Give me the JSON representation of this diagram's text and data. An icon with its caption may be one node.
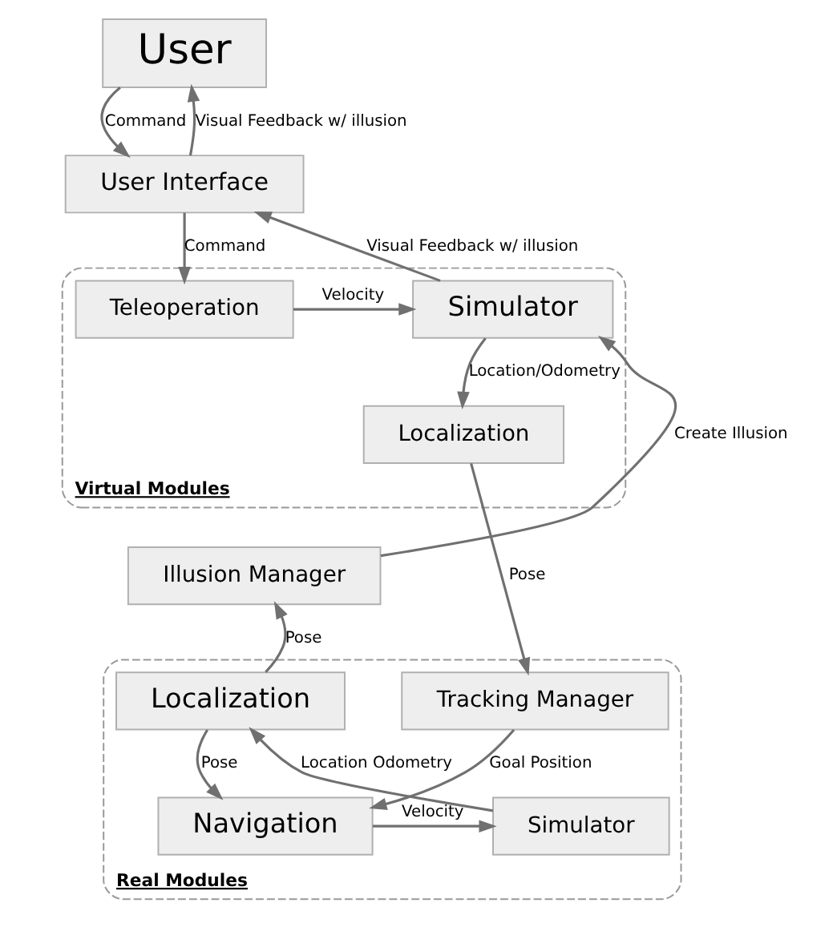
{
  "diagram": {
    "nodes": [
      {
        "text": [
          "User"
        ]
      },
      {
        "text": [
          "User Interface"
        ]
      },
      {
        "text": [
          "Virtual Modules"
        ]
      },
      {
        "text": [
          "Teleoperation"
        ],
        "in": 2
      },
      {
        "text": [
          "Simulator"
        ],
        "in": 2
      },
      {
        "text": [
          "Localization"
        ],
        "in": 2
      },
      {
        "text": [
          "Illusion Manager"
        ]
      },
      {
        "text": [
          "Real Modules"
        ]
      },
      {
        "text": [
          "Tracking Manager"
        ],
        "in": 7
      },
      {
        "text": [
          "Localization"
        ],
        "in": 7
      },
      {
        "text": [
          "Navigation"
        ],
        "in": 7
      },
      {
        "text": [
          "Simulator"
        ],
        "in": 7
      }
    ],
    "edges": [
      {
        "from": 0,
        "to": 1,
        "arrow": "to",
        "label": "Command"
      },
      {
        "from": 1,
        "to": 0,
        "arrow": "to",
        "label": "Visual Feedback w/ illusion"
      },
      {
        "from": 4,
        "to": 1,
        "arrow": "to",
        "label": "Visual Feedback w/ illusion"
      },
      {
        "from": 1,
        "to": 3,
        "arrow": "to",
        "label": "Command"
      },
      {
        "from": 3,
        "to": 4,
        "arrow": "to",
        "label": "Velocity"
      },
      {
        "from": 4,
        "to": 5,
        "arrow": "to",
        "label": "Location/Odometry"
      },
      {
        "from": 5,
        "to": 8,
        "arrow": "to",
        "label": "Pose"
      },
      {
        "from": 6,
        "to": 4,
        "arrow": "to",
        "label": "Create Illusion"
      },
      {
        "from": 9,
        "to": 6,
        "arrow": "to",
        "label": "Pose"
      },
      {
        "from": 8,
        "to": 10,
        "arrow": "to",
        "label": "Goal Position"
      },
      {
        "from": 9,
        "to": 10,
        "arrow": "to",
        "label": "Pose"
      },
      {
        "from": 10,
        "to": 11,
        "arrow": "to",
        "label": "Velocity"
      },
      {
        "from": 11,
        "to": 9,
        "arrow": "to",
        "label": "Location Odometry"
      }
    ]
  }
}
